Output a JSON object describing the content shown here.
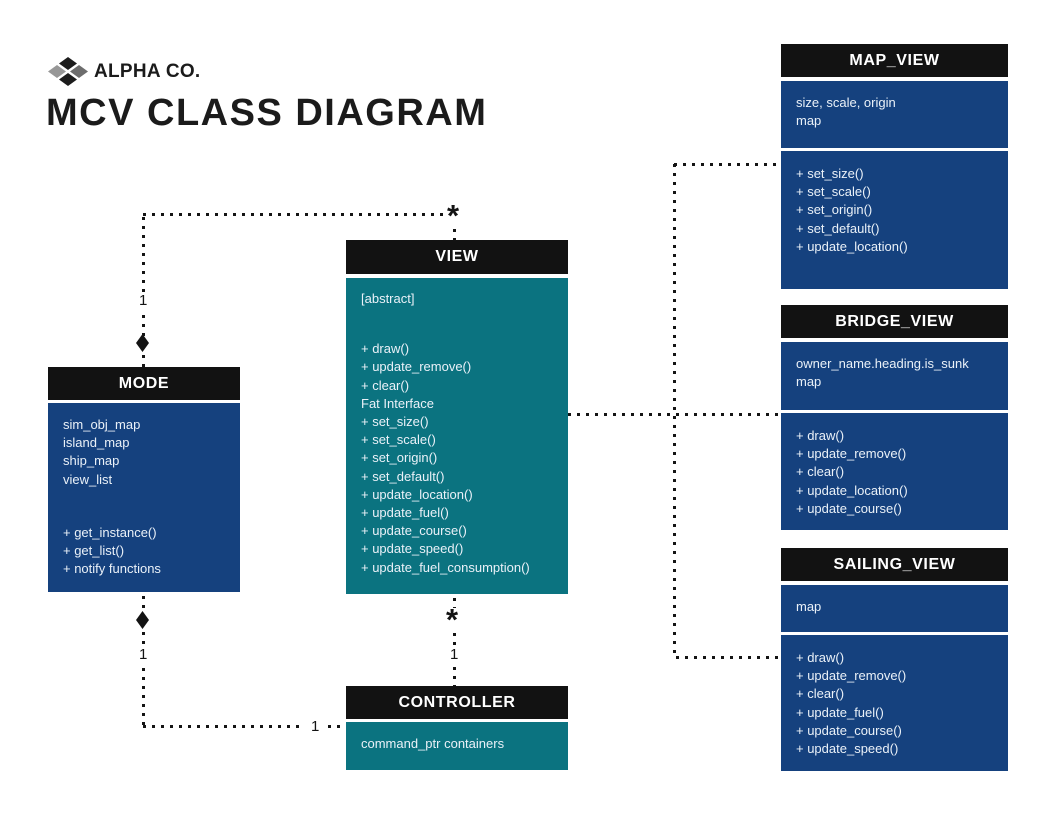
{
  "header": {
    "brand": "ALPHA CO.",
    "title": "MCV CLASS DIAGRAM"
  },
  "colors": {
    "background": "#FFFFFF",
    "class_header_bg": "#121212",
    "blue_body": "#15417E",
    "teal_body": "#0B7380",
    "body_text": "#EAF1F8",
    "connector": "#141414"
  },
  "classes": [
    {
      "name": "MODE",
      "color": "blue",
      "attributes": [
        "sim_obj_map",
        "island_map",
        "ship_map",
        "view_list"
      ],
      "methods": [
        "+ get_instance()",
        "+ get_list()",
        "+ notify functions"
      ]
    },
    {
      "name": "VIEW",
      "color": "teal",
      "attributes": [
        "[abstract]"
      ],
      "methods": [
        "+ draw()",
        "+ update_remove()",
        "+ clear()",
        "Fat Interface",
        "+ set_size()",
        "+ set_scale()",
        "+ set_origin()",
        "+ set_default()",
        "+ update_location()",
        "+ update_fuel()",
        "+ update_course()",
        "+ update_speed()",
        "+ update_fuel_consumption()"
      ]
    },
    {
      "name": "CONTROLLER",
      "color": "teal",
      "attributes": [
        "command_ptr containers"
      ],
      "methods": []
    },
    {
      "name": "MAP_VIEW",
      "color": "blue",
      "attributes": [
        "size, scale, origin",
        "map"
      ],
      "methods": [
        "+ set_size()",
        "+ set_scale()",
        "+ set_origin()",
        "+ set_default()",
        "+ update_location()"
      ]
    },
    {
      "name": "BRIDGE_VIEW",
      "color": "blue",
      "attributes": [
        "owner_name.heading.is_sunk",
        "map"
      ],
      "methods": [
        "+ draw()",
        "+ update_remove()",
        "+ clear()",
        "+ update_location()",
        "+ update_course()"
      ]
    },
    {
      "name": "SAILING_VIEW",
      "color": "blue",
      "attributes": [
        "map"
      ],
      "methods": [
        "+ draw()",
        "+ update_remove()",
        "+ clear()",
        "+ update_fuel()",
        "+ update_course()",
        "+ update_speed()"
      ]
    }
  ],
  "connectors": [
    {
      "id": "mode-view",
      "from": "MODE",
      "to": "VIEW",
      "from_label": "1",
      "to_label": "*",
      "from_symbol": "filled-diamond",
      "style": "dotted"
    },
    {
      "id": "mode-controller",
      "from": "MODE",
      "to": "CONTROLLER",
      "from_label": "1",
      "to_label": "1",
      "from_symbol": "filled-diamond",
      "style": "dotted"
    },
    {
      "id": "view-controller",
      "from": "VIEW",
      "to": "CONTROLLER",
      "from_label": "*",
      "to_label": "1",
      "style": "dotted"
    },
    {
      "id": "view-map-view",
      "from": "VIEW",
      "to": "MAP_VIEW",
      "style": "dotted"
    },
    {
      "id": "view-bridge-view",
      "from": "VIEW",
      "to": "BRIDGE_VIEW",
      "style": "dotted"
    },
    {
      "id": "view-sailing-view",
      "from": "VIEW",
      "to": "SAILING_VIEW",
      "style": "dotted"
    }
  ]
}
